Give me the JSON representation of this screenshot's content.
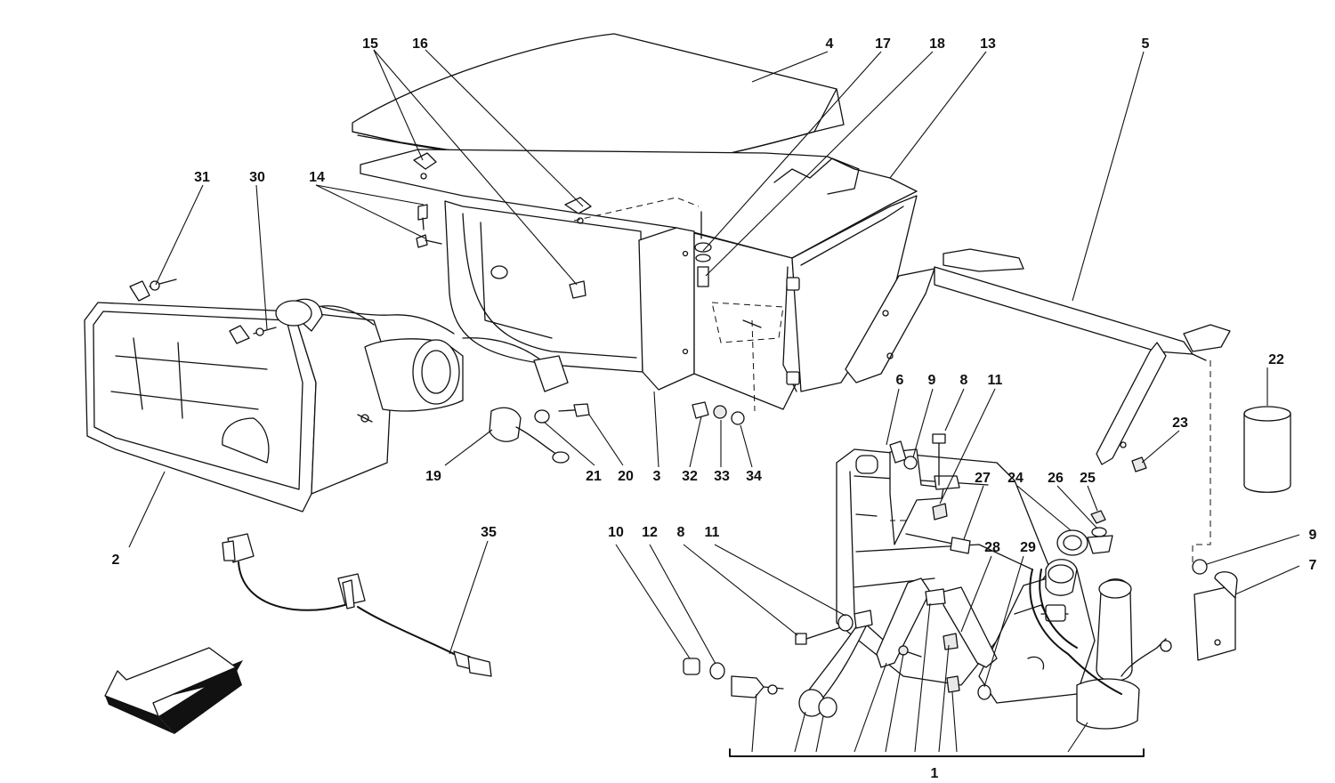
{
  "callouts": {
    "c1": "1",
    "c2": "2",
    "c3": "3",
    "c4": "4",
    "c5": "5",
    "c6": "6",
    "c7": "7",
    "c8a": "8",
    "c8b": "8",
    "c9a": "9",
    "c9b": "9",
    "c10": "10",
    "c11a": "11",
    "c11b": "11",
    "c12": "12",
    "c13": "13",
    "c14": "14",
    "c15": "15",
    "c16": "16",
    "c17": "17",
    "c18": "18",
    "c19": "19",
    "c20": "20",
    "c21": "21",
    "c22": "22",
    "c23": "23",
    "c24": "24",
    "c25": "25",
    "c26": "26",
    "c27": "27",
    "c28": "28",
    "c29": "29",
    "c30": "30",
    "c31": "31",
    "c32": "32",
    "c33": "33",
    "c34": "34",
    "c35": "35"
  },
  "icons": {
    "direction": "front-direction-arrow-icon"
  }
}
